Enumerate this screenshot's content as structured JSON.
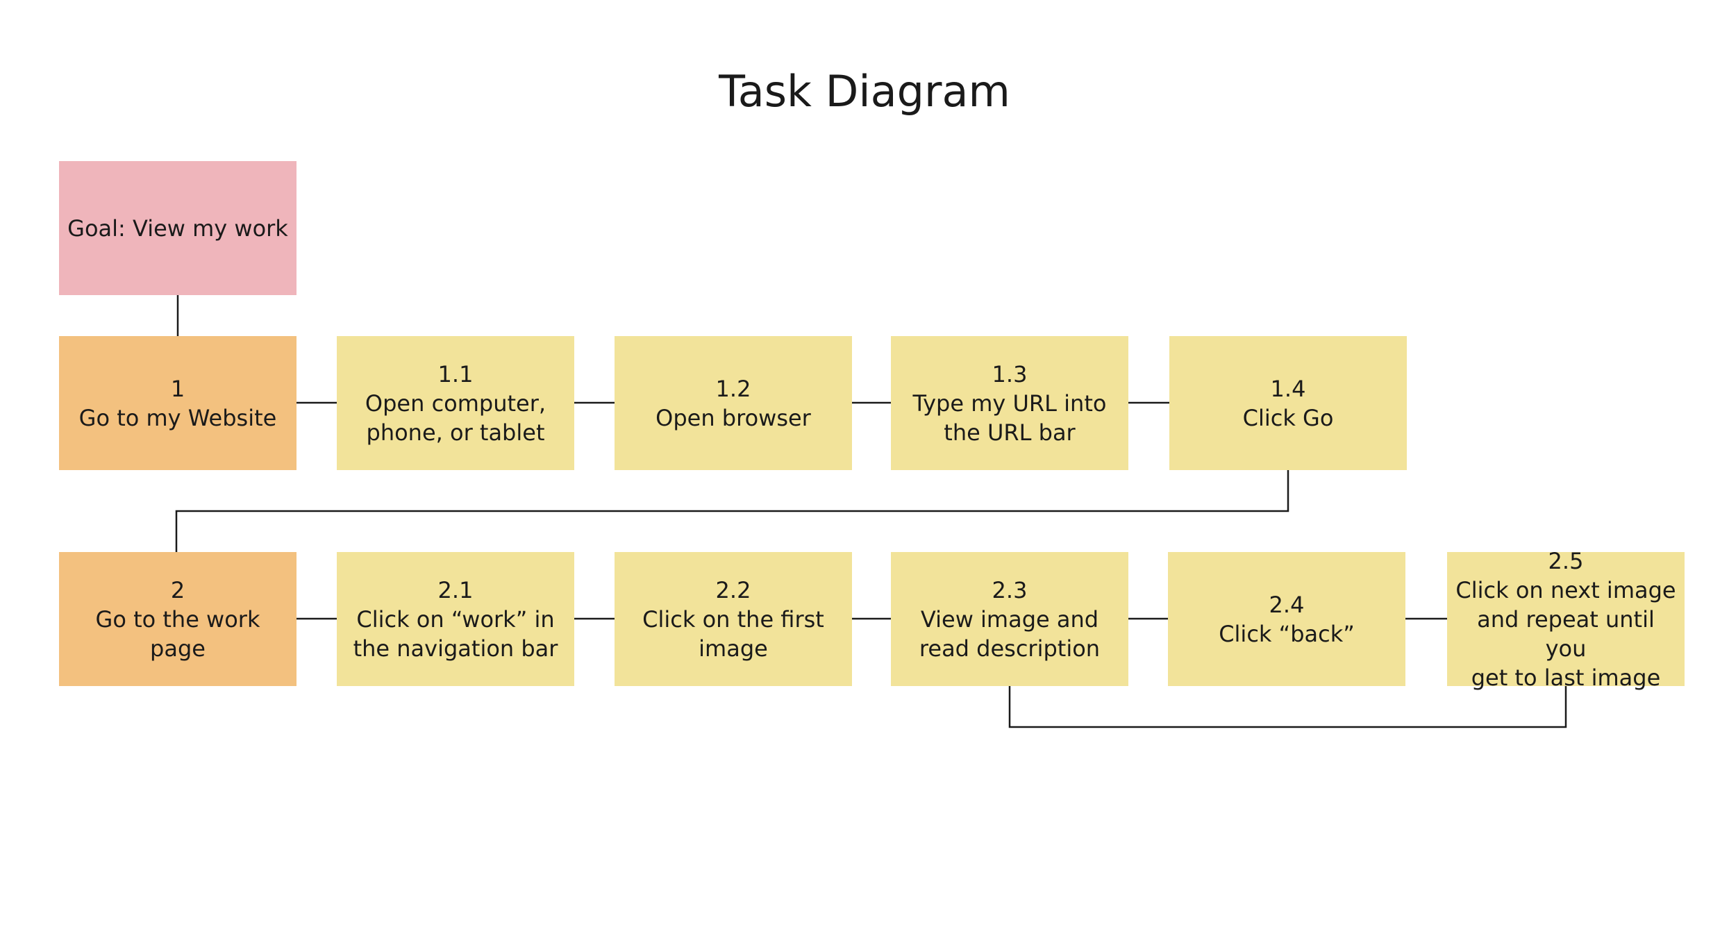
{
  "title": "Task Diagram",
  "colors": {
    "goal": "#efb5bb",
    "task": "#f3c17f",
    "step": "#f2e39a",
    "line": "#1a1a1a"
  },
  "goal": {
    "label": "Goal: View my work"
  },
  "task1": {
    "number": "1",
    "label": "Go to my Website",
    "steps": [
      {
        "number": "1.1",
        "lines": [
          "Open computer,",
          "phone, or tablet"
        ]
      },
      {
        "number": "1.2",
        "lines": [
          "Open browser"
        ]
      },
      {
        "number": "1.3",
        "lines": [
          "Type my URL into",
          "the URL bar"
        ]
      },
      {
        "number": "1.4",
        "lines": [
          "Click Go"
        ]
      }
    ]
  },
  "task2": {
    "number": "2",
    "label": "Go to the work page",
    "steps": [
      {
        "number": "2.1",
        "lines": [
          "Click on “work” in",
          "the navigation bar"
        ]
      },
      {
        "number": "2.2",
        "lines": [
          "Click on the first",
          "image"
        ]
      },
      {
        "number": "2.3",
        "lines": [
          "View image and",
          "read description"
        ]
      },
      {
        "number": "2.4",
        "lines": [
          "Click “back”"
        ]
      },
      {
        "number": "2.5",
        "lines": [
          "Click on next image",
          "and repeat until you",
          "get to last image"
        ]
      }
    ]
  }
}
